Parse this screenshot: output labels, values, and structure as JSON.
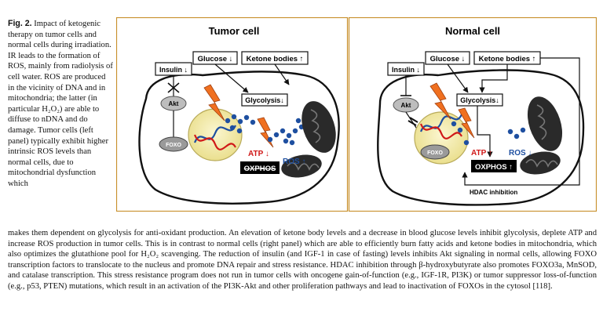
{
  "caption": {
    "label": "Fig. 2.",
    "side_text": "Impact of ketogenic therapy on tumor cells and normal cells during irradiation. IR leads to the formation of ROS, mainly from radiolysis of cell water. ROS are produced in the vicinity of DNA and in mitochondria; the latter (in particular H₂O₂) are able to diffuse to nDNA and do damage. Tumor cells (left panel) typically exhibit higher intrinsic ROS levels than normal cells, due to mitochondrial dysfunction which",
    "bottom_text": "makes them dependent on glycolysis for anti-oxidant production. An elevation of ketone body levels and a decrease in blood glucose levels inhibit glycolysis, deplete ATP and increase ROS production in tumor cells. This is in contrast to normal cells (right panel) which are able to efficiently burn fatty acids and ketone bodies in mitochondria, which also optimizes the glutathione pool for H₂O₂ scavenging. The reduction of insulin (and IGF-1 in case of fasting) levels inhibits Akt signaling in normal cells, allowing FOXO transcription factors to translocate to the nucleus and promote DNA repair and stress resistance. HDAC inhibition through β-hydroxybutyrate also promotes FOXO3a, MnSOD, and catalase transcription. This stress resistance program does not run in tumor cells with oncogene gain-of-function (e.g., IGF-1R, PI3K) or tumor suppressor loss-of-function (e.g., p53, PTEN) mutations, which result in an activation of the PI3K-Akt and other proliferation pathways and lead to inactivation of FOXOs in the cytosol [118]."
  },
  "tumor": {
    "title": "Tumor cell",
    "glucose": "Glucose ↓",
    "ketone": "Ketone bodies ↑",
    "insulin": "Insulin ↓",
    "akt": "Akt",
    "foxo": "FOXO",
    "glycolysis": "Glycolysis↓",
    "atp": "ATP ↓",
    "oxphos": "OXPHOS",
    "ros": "ROS ↑"
  },
  "normal": {
    "title": "Normal cell",
    "glucose": "Glucose ↓",
    "ketone": "Ketone bodies ↑",
    "insulin": "Insulin ↓",
    "akt": "Akt",
    "foxo": "FOXO",
    "glycolysis": "Glycolysis↓",
    "atp": "ATP ↑",
    "oxphos": "OXPHOS ↑",
    "ros": "ROS ↓",
    "hdac": "HDAC inhibition"
  },
  "colors": {
    "panel_border": "#c8902c",
    "nucleus": "#f6efb4",
    "ros_blue": "#1e4fa0",
    "lightning": "#f07020",
    "red": "#d01818"
  }
}
